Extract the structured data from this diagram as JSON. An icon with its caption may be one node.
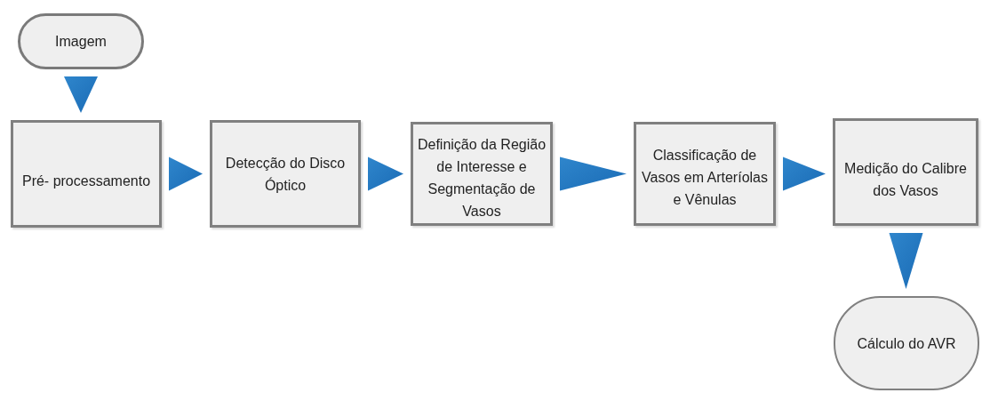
{
  "diagram": {
    "nodes": [
      {
        "text": [
          "Imagem"
        ]
      },
      {
        "text": [
          "Pré- processamento"
        ]
      },
      {
        "text": [
          "Detecção do Disco Óptico"
        ]
      },
      {
        "text": [
          "Definição da Região de Interesse e Segmentação de Vasos"
        ]
      },
      {
        "text": [
          "Classificação de Vasos em Arteríolas e Vênulas"
        ]
      },
      {
        "text": [
          "Medição do Calibre dos Vasos"
        ]
      },
      {
        "text": [
          "Cálculo do AVR"
        ]
      }
    ],
    "edges": [
      {
        "from": 0,
        "to": 1,
        "arrow": "to"
      },
      {
        "from": 1,
        "to": 2,
        "arrow": "to"
      },
      {
        "from": 2,
        "to": 3,
        "arrow": "to"
      },
      {
        "from": 3,
        "to": 4,
        "arrow": "to"
      },
      {
        "from": 4,
        "to": 5,
        "arrow": "to"
      },
      {
        "from": 5,
        "to": 6,
        "arrow": "to"
      }
    ]
  }
}
